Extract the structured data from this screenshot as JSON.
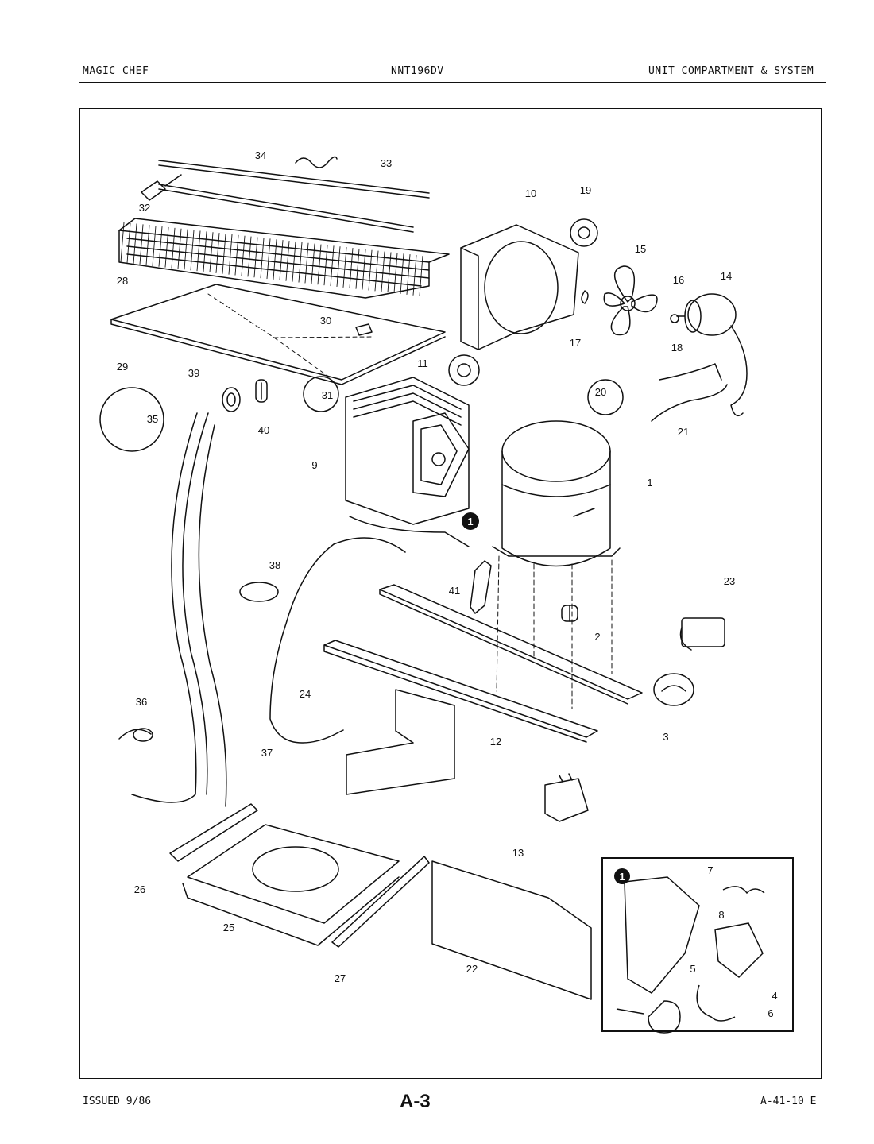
{
  "header": {
    "left": "MAGIC CHEF",
    "center": "NNT196DV",
    "right": "UNIT COMPARTMENT & SYSTEM"
  },
  "footer": {
    "left": "ISSUED 9/86",
    "center": "A-3",
    "right": "A-41-10 E"
  },
  "inset": {
    "marker": "1"
  },
  "callouts": [
    {
      "num": "1"
    },
    {
      "num": "2"
    },
    {
      "num": "3"
    },
    {
      "num": "4"
    },
    {
      "num": "5"
    },
    {
      "num": "6"
    },
    {
      "num": "7"
    },
    {
      "num": "8"
    },
    {
      "num": "9"
    },
    {
      "num": "10"
    },
    {
      "num": "11"
    },
    {
      "num": "12"
    },
    {
      "num": "13"
    },
    {
      "num": "14"
    },
    {
      "num": "15"
    },
    {
      "num": "16"
    },
    {
      "num": "17"
    },
    {
      "num": "18"
    },
    {
      "num": "19"
    },
    {
      "num": "20"
    },
    {
      "num": "21"
    },
    {
      "num": "22"
    },
    {
      "num": "23"
    },
    {
      "num": "24"
    },
    {
      "num": "25"
    },
    {
      "num": "26"
    },
    {
      "num": "27"
    },
    {
      "num": "28"
    },
    {
      "num": "29"
    },
    {
      "num": "30"
    },
    {
      "num": "31"
    },
    {
      "num": "32"
    },
    {
      "num": "33"
    },
    {
      "num": "34"
    },
    {
      "num": "35"
    },
    {
      "num": "36"
    },
    {
      "num": "37"
    },
    {
      "num": "38"
    },
    {
      "num": "39"
    },
    {
      "num": "40"
    },
    {
      "num": "41"
    }
  ]
}
